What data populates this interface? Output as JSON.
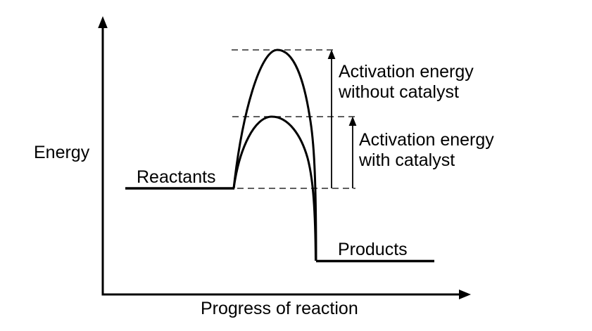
{
  "colors": {
    "foreground": "#000000",
    "background": "#ffffff",
    "dashed_line": "#2a2a2a"
  },
  "labels": {
    "energy": "Energy",
    "progress": "Progress of reaction",
    "reactants": "Reactants",
    "products": "Products"
  },
  "annotations": {
    "without_catalyst": {
      "line1": "Activation energy",
      "line2": "without catalyst"
    },
    "with_catalyst": {
      "line1": "Activation energy",
      "line2": "with catalyst"
    }
  },
  "chart_data": {
    "type": "line",
    "title": "",
    "xlabel": "Progress of reaction",
    "ylabel": "Energy",
    "grid": false,
    "legend": "none",
    "axes_quantitative": false,
    "units": "relative (axes unlabeled, qualitative energy profile)",
    "levels": [
      {
        "label": "Reactants",
        "relative_energy": 0.38,
        "x_span_relative": [
          0.06,
          0.36
        ]
      },
      {
        "label": "Products",
        "relative_energy": 0.12,
        "x_span_relative": [
          0.58,
          0.9
        ]
      }
    ],
    "series": [
      {
        "name": "without catalyst",
        "shape": "smooth single peak from Reactants level down to Products level",
        "peak_relative_energy": 0.88,
        "activation_energy_relative": 0.5,
        "peak_x_relative": 0.47
      },
      {
        "name": "with catalyst",
        "shape": "lower smooth single peak from Reactants level down to Products level",
        "peak_relative_energy": 0.64,
        "activation_energy_relative": 0.26,
        "peak_x_relative": 0.46
      }
    ],
    "annotations": [
      {
        "text": "Activation energy without catalyst",
        "marker": "vertical arrow from Reactants level up to the higher peak dashed line"
      },
      {
        "text": "Activation energy with catalyst",
        "marker": "vertical arrow from Reactants level up to the lower peak dashed line"
      }
    ],
    "dashed_guides": [
      "horizontal dashed line at higher peak energy",
      "horizontal dashed line at lower peak energy",
      "horizontal dashed line extending the Reactants level"
    ]
  }
}
